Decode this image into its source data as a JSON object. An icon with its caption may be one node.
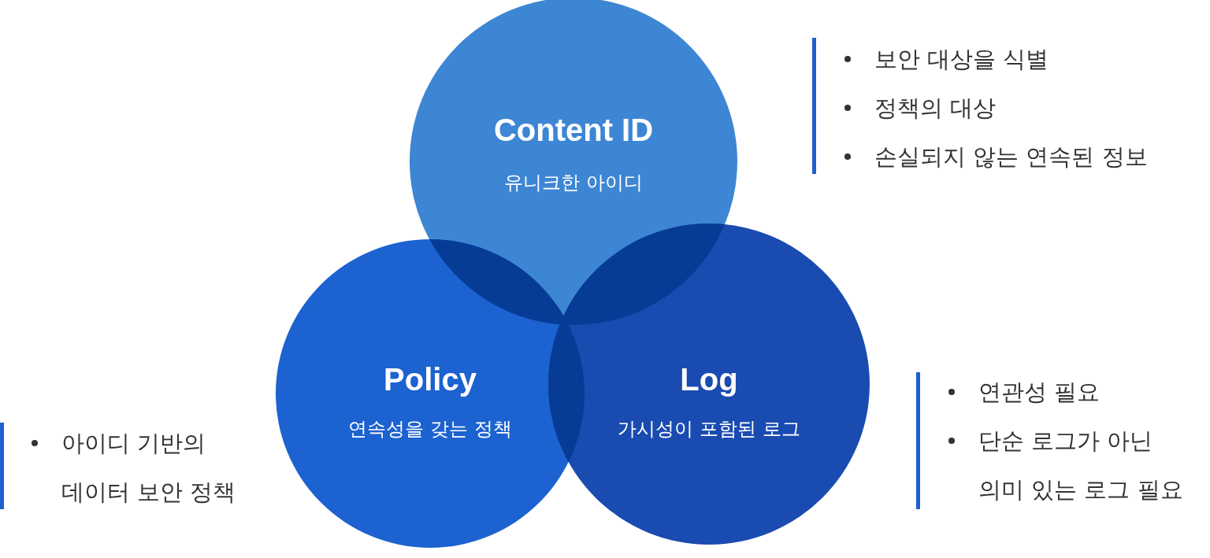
{
  "diagram": {
    "nodes": [
      {
        "text": [
          "Content ID",
          "유니크한 아이디"
        ]
      },
      {
        "text": [
          "Policy",
          "연속성을 갖는 정책"
        ]
      },
      {
        "text": [
          "Log",
          "가시성이 포함된 로그"
        ]
      }
    ],
    "labels": [
      "보안 대상을 식별",
      "정책의 대상",
      "손실되지 않는 연속된 정보",
      "연관성 필요",
      "단순 로그가 아닌 의미 있는 로그 필요",
      "아이디 기반의 데이터 보안 정책"
    ]
  }
}
